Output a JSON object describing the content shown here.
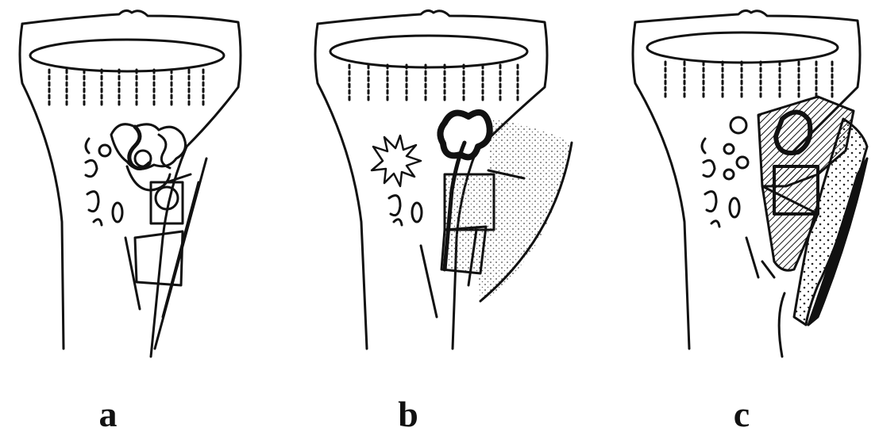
{
  "figure": {
    "panels": [
      {
        "id": "a",
        "label": "a"
      },
      {
        "id": "b",
        "label": "b"
      },
      {
        "id": "c",
        "label": "c"
      }
    ],
    "colors": {
      "ink": "#111111",
      "paper": "#ffffff"
    }
  }
}
